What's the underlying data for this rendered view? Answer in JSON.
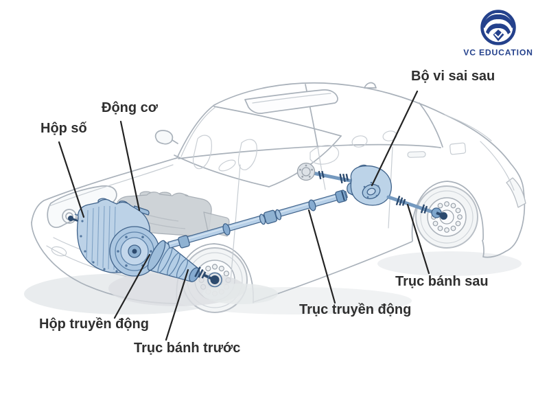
{
  "page": {
    "background_color": "#ffffff"
  },
  "logo": {
    "brand": "VC EDUCATION",
    "icon": "eagle-circle-logo",
    "color": "#24418c"
  },
  "diagram": {
    "subject": "Car drivetrain cutaway diagram",
    "labels": {
      "gearbox": "Hộp số",
      "engine": "Động cơ",
      "rear_differential": "Bộ vi sai sau",
      "rear_axle": "Trục bánh sau",
      "driveshaft": "Trục truyền động",
      "transmission": "Hộp truyền động",
      "front_axle": "Trục bánh trước"
    },
    "colors": {
      "component_fill": "#bcd2e7",
      "component_outline": "#3f628a",
      "component_dark": "#2c4a6e",
      "car_line": "#a9b1ba",
      "engine_gray": "#ced3d7",
      "label_text": "#2f2f2f",
      "leader_line": "#232323"
    }
  }
}
